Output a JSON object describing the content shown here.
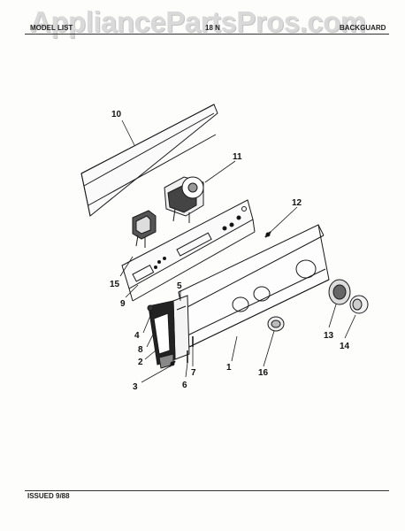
{
  "watermark": "AppliancePartsPros.com",
  "header": {
    "left": "MODEL LIST",
    "middle": "18 N",
    "right": "BACKGUARD"
  },
  "footer": "ISSUED 9/88",
  "callouts": {
    "c1": "1",
    "c2": "2",
    "c3": "3",
    "c4": "4",
    "c5": "5",
    "c6": "6",
    "c7": "7",
    "c8": "8",
    "c9": "9",
    "c10": "10",
    "c11": "11",
    "c12": "12",
    "c13": "13",
    "c14": "14",
    "c15": "15",
    "c16": "16"
  }
}
